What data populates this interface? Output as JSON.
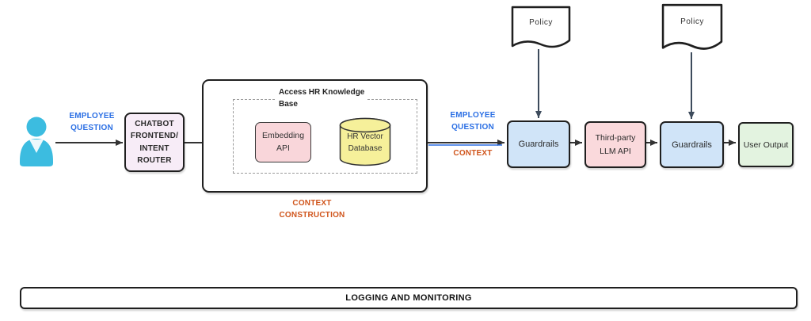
{
  "colors": {
    "label-blue": "#2b6fe4",
    "label-orange": "#d0551c",
    "line-dark": "#333333",
    "line-gray": "#6e6e6e",
    "policy-arrow": "#3d4b5c",
    "border-dark": "#1f1f1f",
    "chatbot-fill": "#f7ecf7",
    "embedding-fill": "#f9d6da",
    "vector-fill": "#f6f09a",
    "guardrails-fill": "#d0e4f8",
    "llm-fill": "#fad9dc",
    "output-fill": "#e3f3e0",
    "person-fill": "#3cbce0",
    "doc-fill": "#ffffff"
  },
  "nodes": {
    "chatbot_router": "CHATBOT\nFRONTEND/\nINTENT\nROUTER",
    "knowledge_group_title": "Access HR Knowledge\nBase",
    "embedding_api": "Embedding\nAPI",
    "hr_vector_database": "HR Vector\nDatabase",
    "policy_left": "Policy",
    "policy_right": "Policy",
    "guardrails_input": "Guardrails",
    "third_party_llm_api": "Third-party\nLLM API",
    "guardrails_output": "Guardrails",
    "user_output": "User Output",
    "logging_bar": "LOGGING AND MONITORING"
  },
  "edge_labels": {
    "employee_question_left": "EMPLOYEE\nQUESTION",
    "employee_question_mid": "EMPLOYEE\nQUESTION",
    "context_mid": "CONTEXT",
    "context_construction": "CONTEXT\nCONSTRUCTION"
  }
}
